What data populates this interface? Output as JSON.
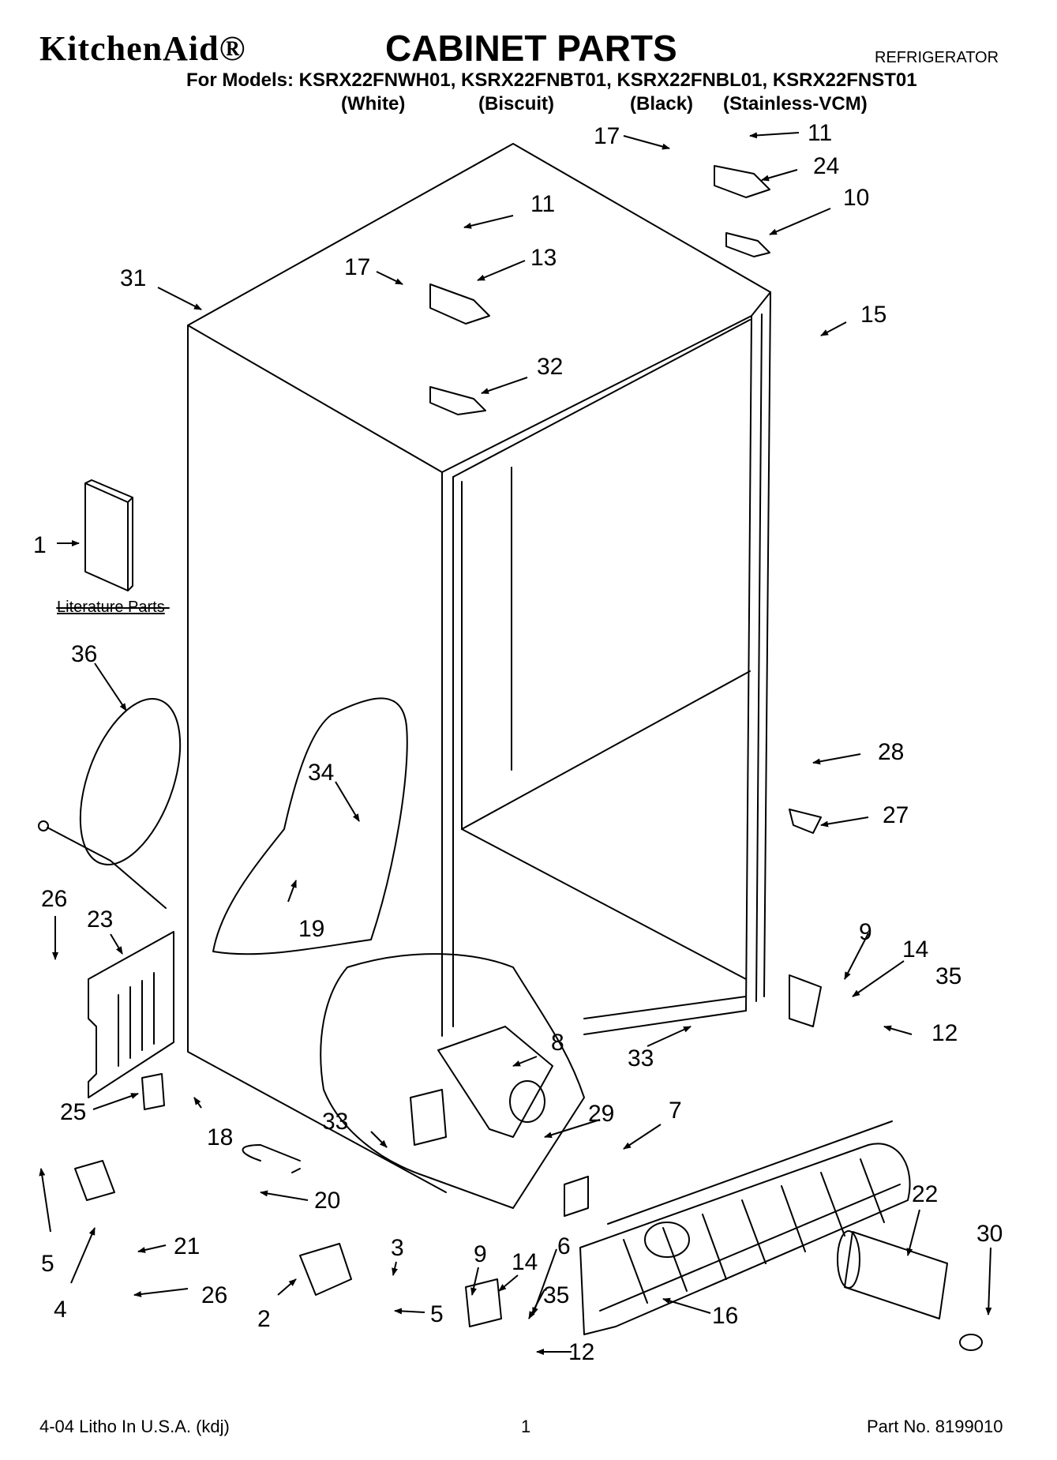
{
  "header": {
    "brand": "KitchenAid®",
    "title": "CABINET PARTS",
    "category": "REFRIGERATOR",
    "models_line": "For Models: KSRX22FNWH01, KSRX22FNBT01, KSRX22FNBL01, KSRX22FNST01",
    "colors": [
      "(White)",
      "(Biscuit)",
      "(Black)",
      "(Stainless-VCM)"
    ]
  },
  "labels": {
    "literature_parts": "Literature Parts"
  },
  "callouts": [
    {
      "id": "c17a",
      "text": "17"
    },
    {
      "id": "c11a",
      "text": "11"
    },
    {
      "id": "c24",
      "text": "24"
    },
    {
      "id": "c10",
      "text": "10"
    },
    {
      "id": "c11b",
      "text": "11"
    },
    {
      "id": "c13",
      "text": "13"
    },
    {
      "id": "c31",
      "text": "31"
    },
    {
      "id": "c17b",
      "text": "17"
    },
    {
      "id": "c15",
      "text": "15"
    },
    {
      "id": "c32",
      "text": "32"
    },
    {
      "id": "c1",
      "text": "1"
    },
    {
      "id": "c36",
      "text": "36"
    },
    {
      "id": "c28",
      "text": "28"
    },
    {
      "id": "c34",
      "text": "34"
    },
    {
      "id": "c27",
      "text": "27"
    },
    {
      "id": "c26a",
      "text": "26"
    },
    {
      "id": "c23",
      "text": "23"
    },
    {
      "id": "c19",
      "text": "19"
    },
    {
      "id": "c9a",
      "text": "9"
    },
    {
      "id": "c14a",
      "text": "14"
    },
    {
      "id": "c35a",
      "text": "35"
    },
    {
      "id": "c8",
      "text": "8"
    },
    {
      "id": "c12a",
      "text": "12"
    },
    {
      "id": "c33a",
      "text": "33"
    },
    {
      "id": "c25",
      "text": "25"
    },
    {
      "id": "c18",
      "text": "18"
    },
    {
      "id": "c29",
      "text": "29"
    },
    {
      "id": "c7",
      "text": "7"
    },
    {
      "id": "c33b",
      "text": "33"
    },
    {
      "id": "c22",
      "text": "22"
    },
    {
      "id": "c20",
      "text": "20"
    },
    {
      "id": "c30",
      "text": "30"
    },
    {
      "id": "c3",
      "text": "3"
    },
    {
      "id": "c9b",
      "text": "9"
    },
    {
      "id": "c14b",
      "text": "14"
    },
    {
      "id": "c5a",
      "text": "5"
    },
    {
      "id": "c21",
      "text": "21"
    },
    {
      "id": "c6",
      "text": "6"
    },
    {
      "id": "c35b",
      "text": "35"
    },
    {
      "id": "c4",
      "text": "4"
    },
    {
      "id": "c26b",
      "text": "26"
    },
    {
      "id": "c2",
      "text": "2"
    },
    {
      "id": "c5b",
      "text": "5"
    },
    {
      "id": "c16",
      "text": "16"
    },
    {
      "id": "c12b",
      "text": "12"
    }
  ],
  "footer": {
    "left": "4-04 Litho In U.S.A. (kdj)",
    "page": "1",
    "right": "Part No. 8199010"
  }
}
